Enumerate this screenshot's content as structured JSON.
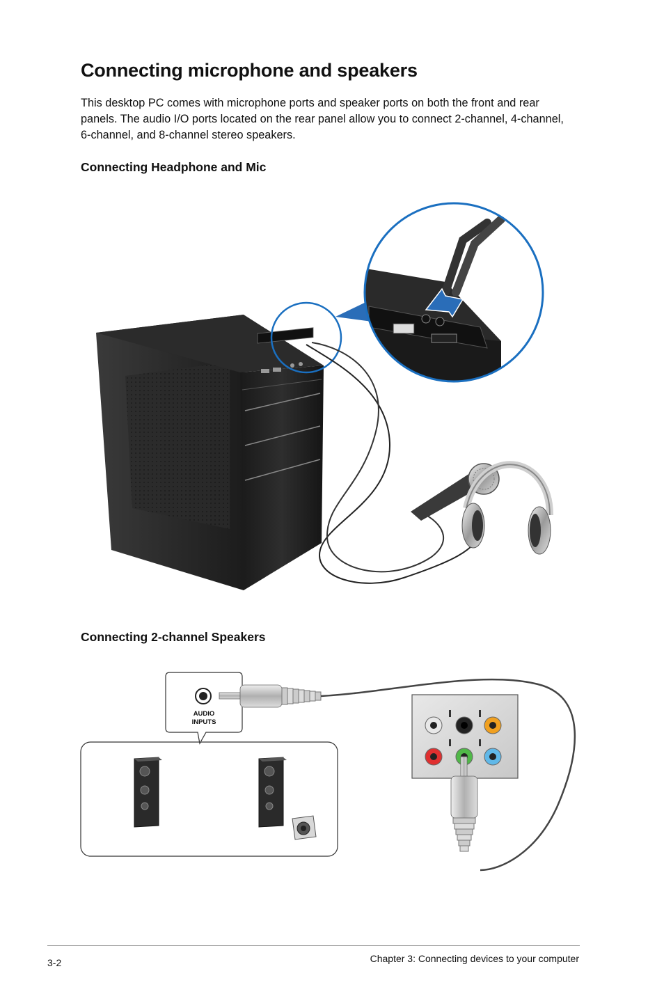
{
  "title": "Connecting microphone and speakers",
  "intro": "This desktop PC comes with microphone ports and speaker ports on both the front and rear panels. The audio I/O ports located on the rear panel allow you to connect 2-channel, 4-channel, 6-channel, and 8-channel stereo speakers.",
  "section1": {
    "heading": "Connecting Headphone and Mic"
  },
  "section2": {
    "heading": "Connecting 2-channel Speakers"
  },
  "speaker_label": {
    "line1": "AUDIO",
    "line2": "INPUTS"
  },
  "footer": {
    "page_number": "3-2",
    "chapter": "Chapter 3: Connecting devices to your computer"
  },
  "colors": {
    "zoom_circle": "#1a6fc0",
    "arrow": "#2a6db8",
    "jack_orange": "#f0a020",
    "jack_black": "#222222",
    "jack_gray": "#e8e8e8",
    "jack_red": "#e03030",
    "jack_green": "#50b848",
    "jack_blue": "#60b8e8"
  }
}
